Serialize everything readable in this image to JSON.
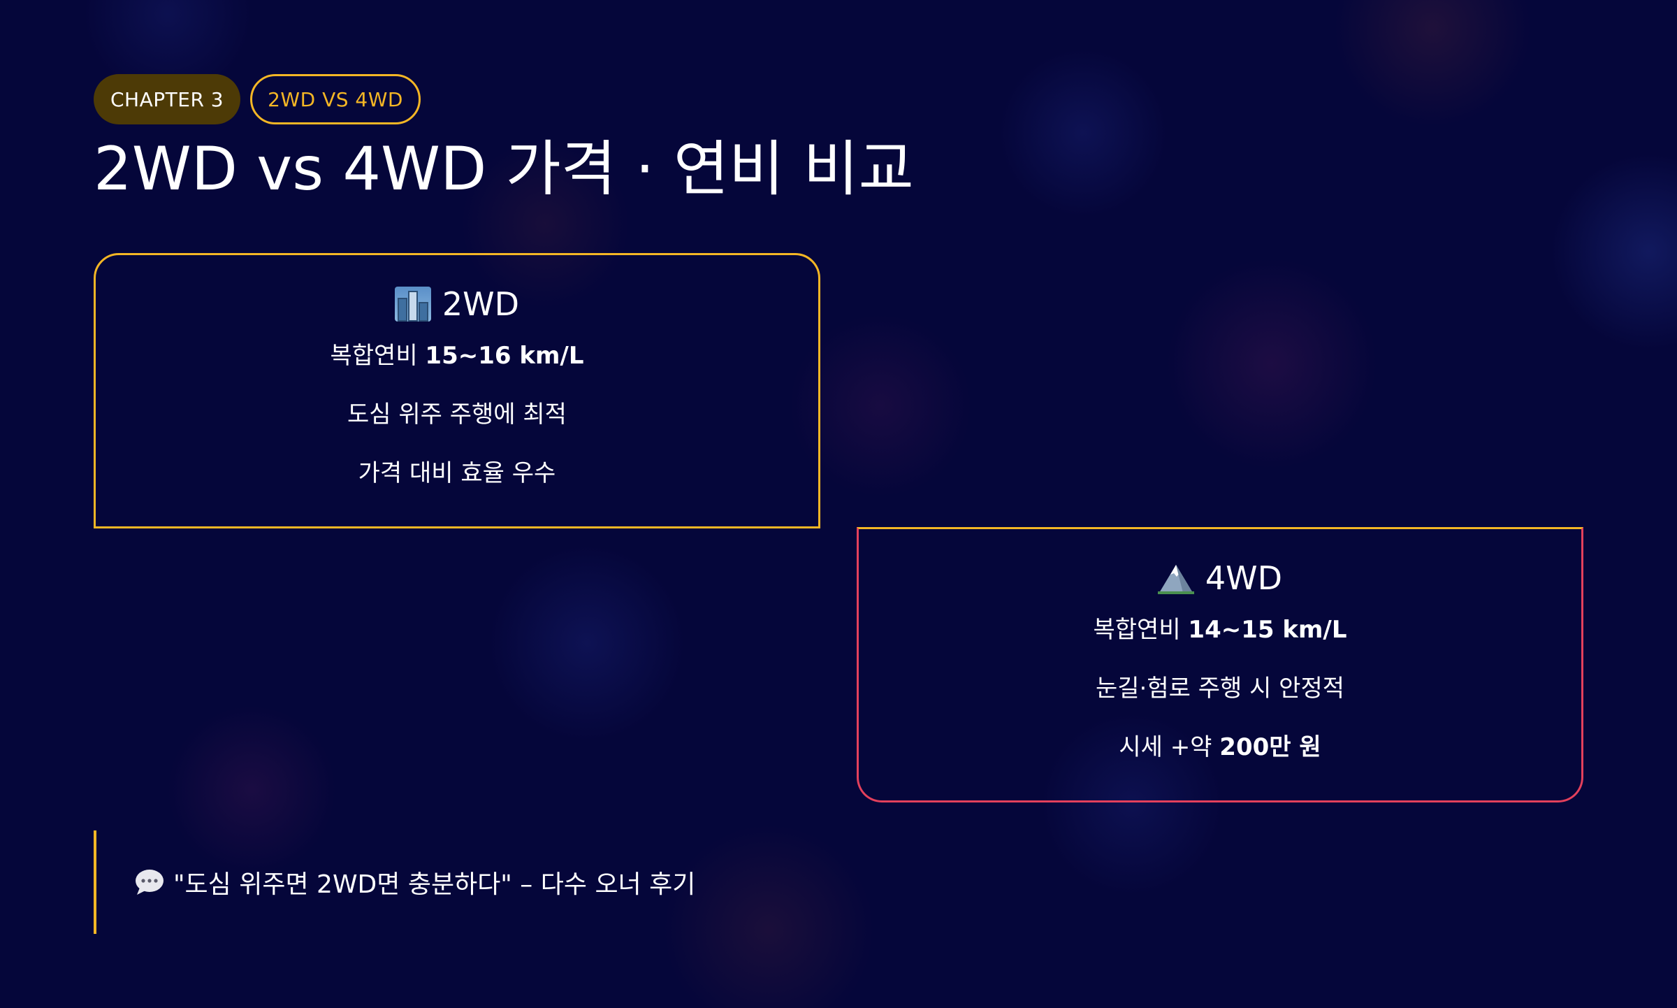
{
  "tags": {
    "chapter": "CHAPTER 3",
    "topic": "2WD VS 4WD"
  },
  "title": "2WD vs 4WD 가격 · 연비 비교",
  "cards": [
    {
      "icon": "cityscape-icon",
      "title": "2WD",
      "lines": [
        {
          "prefix": "복합연비 ",
          "strong": "15~16 km/L",
          "suffix": ""
        },
        {
          "prefix": "도심 위주 주행에 최적",
          "strong": "",
          "suffix": ""
        },
        {
          "prefix": "가격 대비 효율 우수",
          "strong": "",
          "suffix": ""
        }
      ]
    },
    {
      "icon": "snow-mountain-icon",
      "title": "4WD",
      "lines": [
        {
          "prefix": "복합연비 ",
          "strong": "14~15 km/L",
          "suffix": ""
        },
        {
          "prefix": "눈길·험로 주행 시 안정적",
          "strong": "",
          "suffix": ""
        },
        {
          "prefix": "시세 +약 ",
          "strong": "200만 원",
          "suffix": ""
        }
      ]
    }
  ],
  "quote": {
    "icon": "speech-bubble-icon",
    "text": "\"도심 위주면 2WD면 충분하다\" – 다수 오너 후기"
  },
  "colors": {
    "background": "#05063a",
    "accent_gold": "#f4b625",
    "accent_red": "#e3405c",
    "chapter_tag_bg": "#4d3a06"
  }
}
